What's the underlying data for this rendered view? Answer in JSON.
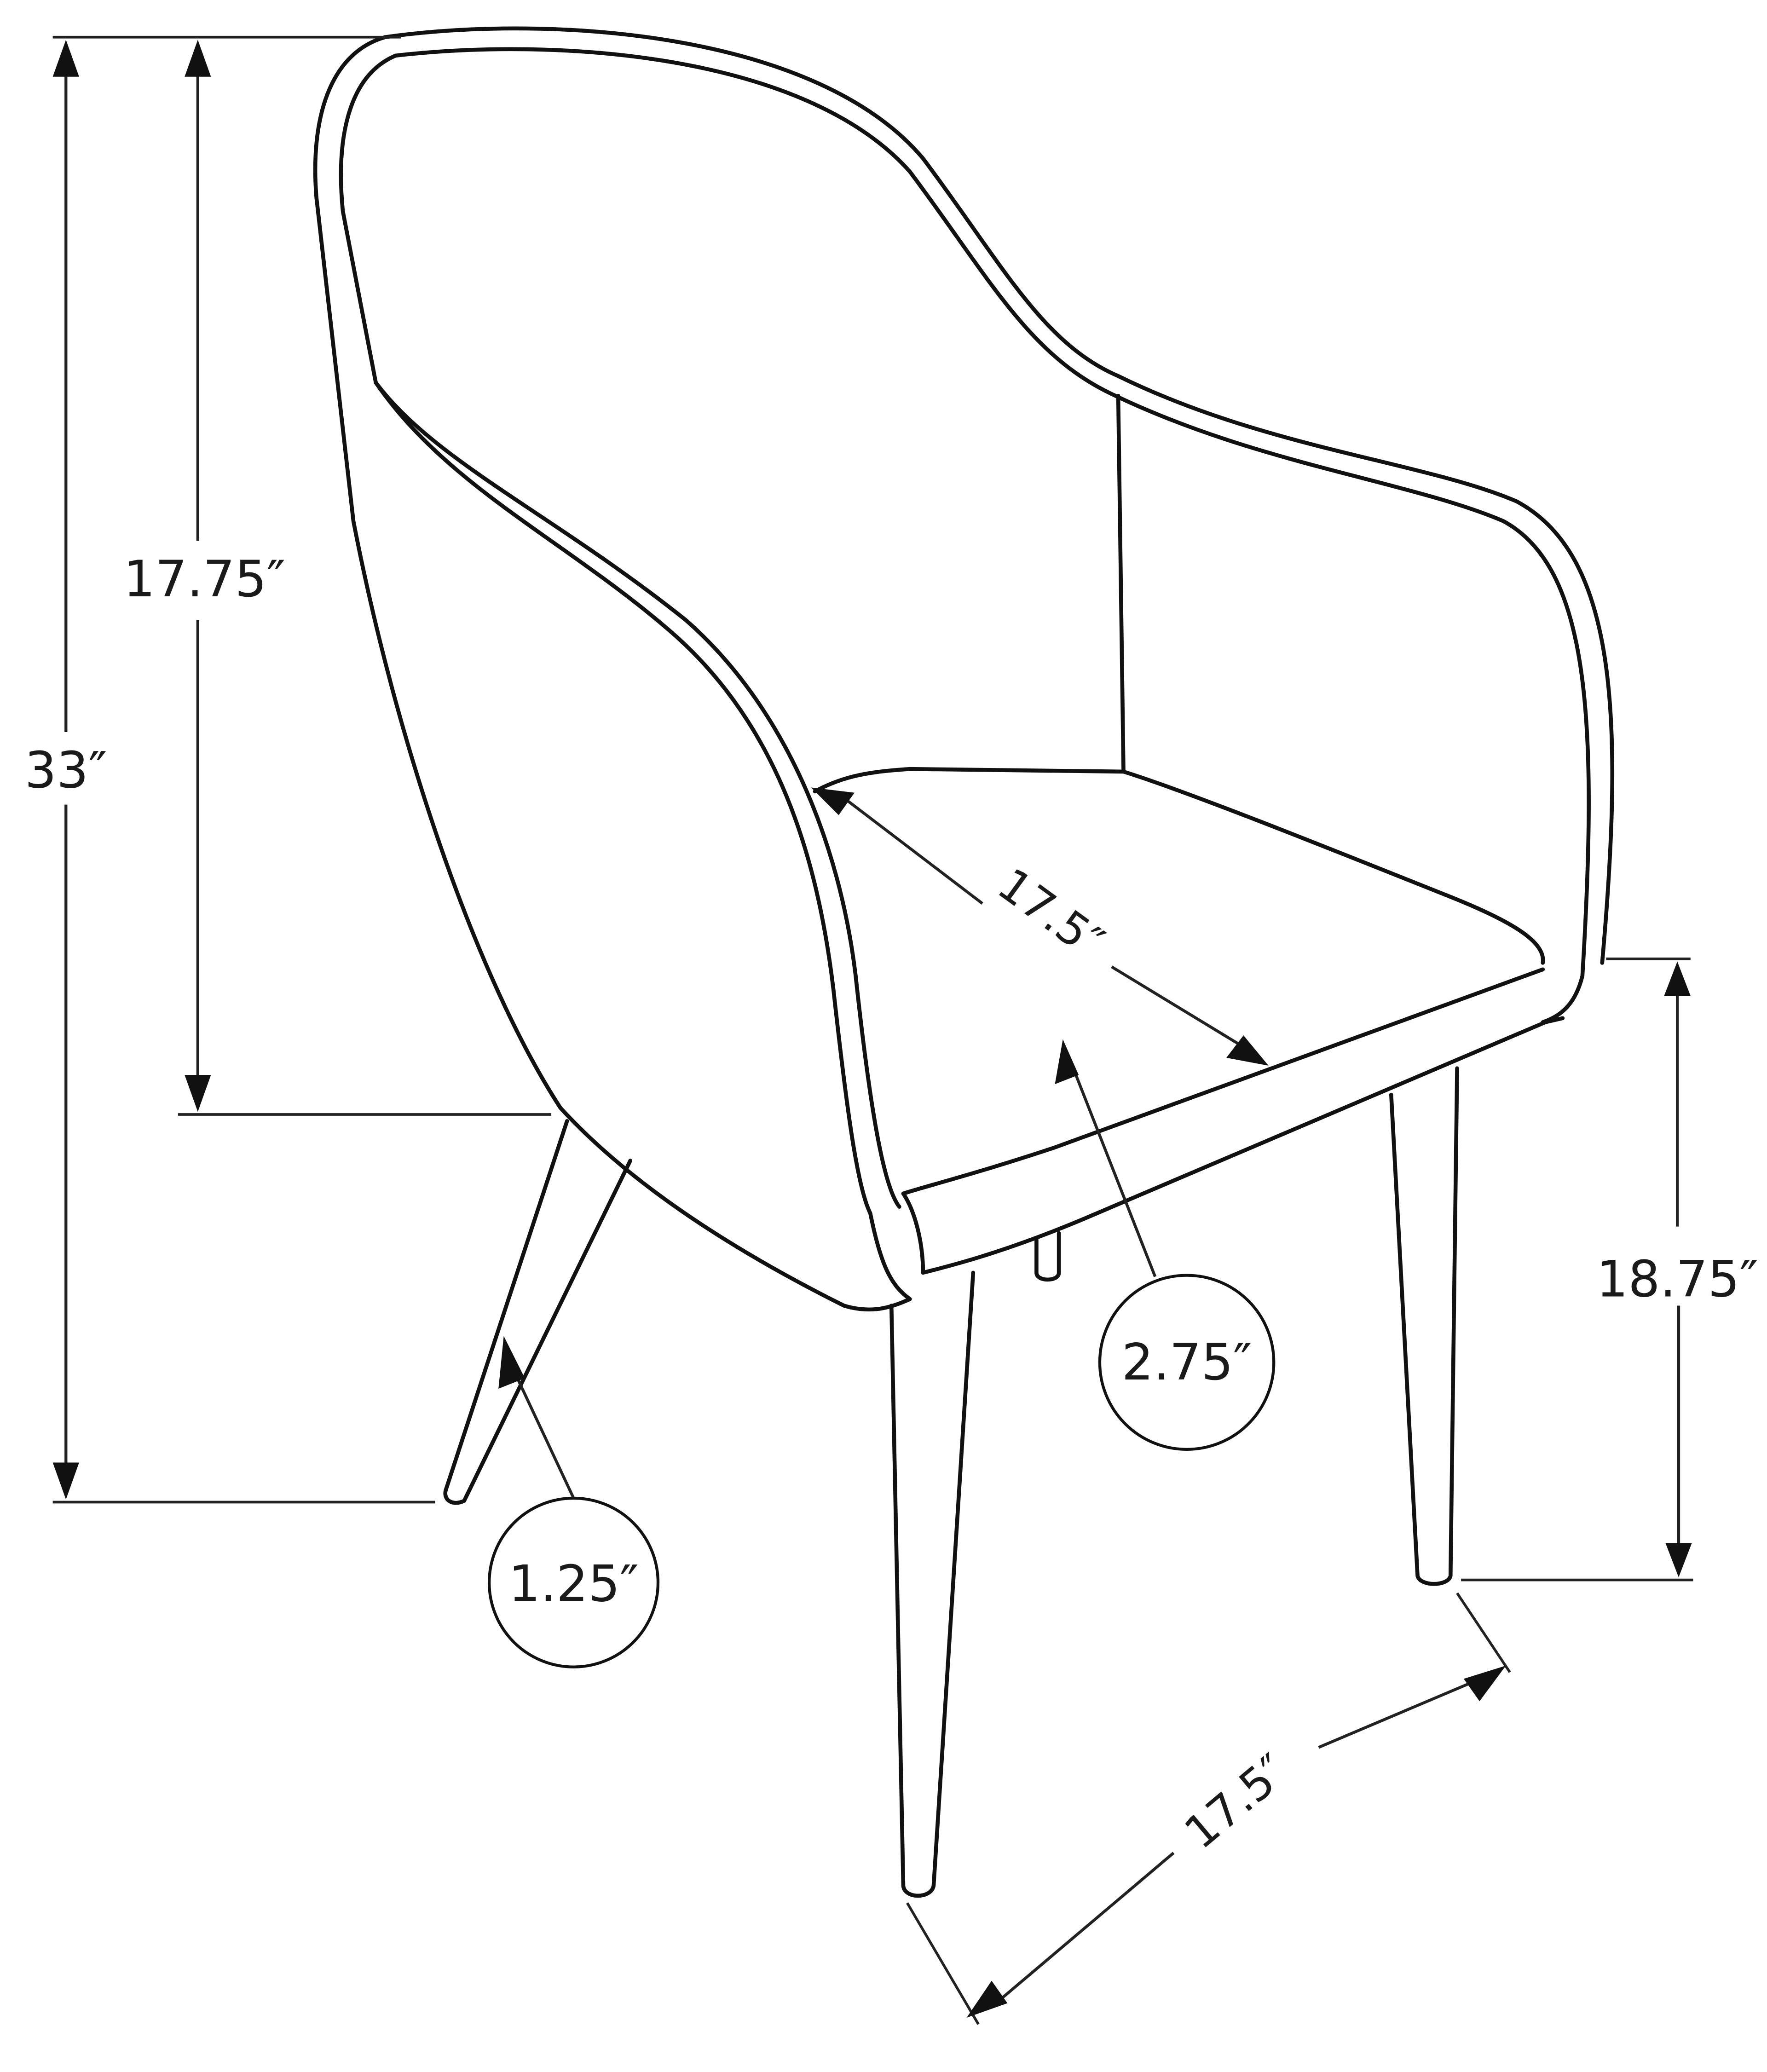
{
  "diagram": {
    "subject": "Accent chair dimension drawing",
    "colors": {
      "line": "#111111",
      "background": "#ffffff"
    },
    "dimensions": {
      "overall_height": {
        "label": "33″",
        "value_in": 33
      },
      "back_height": {
        "label": "17.75″",
        "value_in": 17.75
      },
      "seat_height": {
        "label": "18.75″",
        "value_in": 18.75
      },
      "seat_depth": {
        "label": "17.5″",
        "value_in": 17.5
      },
      "base_width": {
        "label": "17.5″",
        "value_in": 17.5
      },
      "cushion_thickness": {
        "label": "2.75″",
        "value_in": 2.75
      },
      "leg_diameter": {
        "label": "1.25″",
        "value_in": 1.25
      }
    }
  }
}
